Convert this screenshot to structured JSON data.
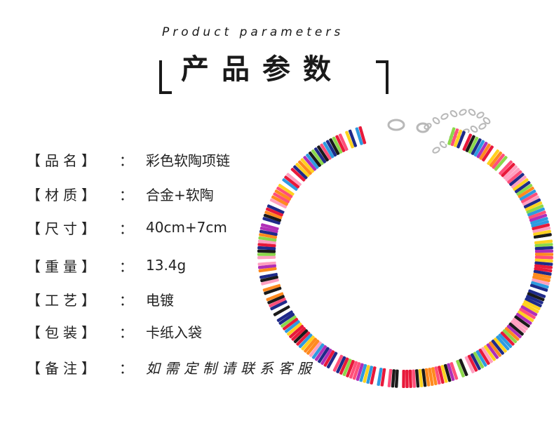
{
  "header": {
    "subtitle": "Product parameters",
    "title": "产品参数"
  },
  "params": [
    {
      "label": "【品名】",
      "colon": "：",
      "value": "彩色软陶项链"
    },
    {
      "label": "【材质】",
      "colon": "：",
      "value": "合金+软陶"
    },
    {
      "label": "【尺寸】",
      "colon": "：",
      "value": "40cm+7cm"
    },
    {
      "label": "【重量】",
      "colon": "：",
      "value": "13.4g"
    },
    {
      "label": "【工艺】",
      "colon": "：",
      "value": "电镀"
    },
    {
      "label": "【包装】",
      "colon": "：",
      "value": "卡纸入袋"
    },
    {
      "label": "【备注】",
      "colon": "：",
      "value": "如需定制请联系客服"
    }
  ],
  "image": {
    "subject": "colorful polymer clay bead necklace",
    "colors": [
      "#e8193a",
      "#ff4f7a",
      "#ffd21f",
      "#2e9be0",
      "#1f2a8a",
      "#ffffff",
      "#8bd84a",
      "#ff8a1f",
      "#b02fb8",
      "#1a1a1a",
      "#ff9fc0"
    ],
    "clasp_color": "#b8b8b8"
  }
}
